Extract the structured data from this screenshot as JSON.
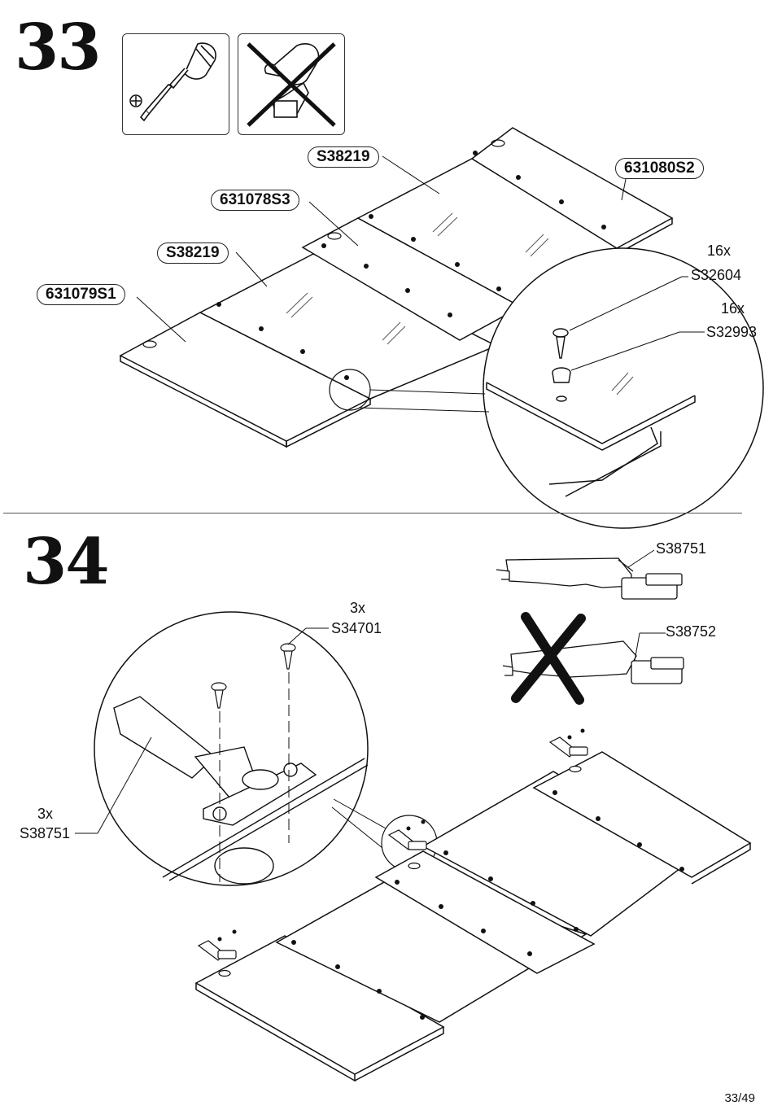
{
  "steps": [
    {
      "number": "33",
      "part_labels": {
        "board_top_right": "631080S2",
        "glass_top": "S38219",
        "board_mid_right": "631078S3",
        "glass_bottom": "S38219",
        "board_left": "631079S1"
      },
      "fasteners": [
        {
          "qty": "16x",
          "code": "S32604"
        },
        {
          "qty": "16x",
          "code": "S32993"
        }
      ],
      "tools": [
        "screwdriver-icon",
        "power-drill-prohibited-icon"
      ]
    },
    {
      "number": "34",
      "callouts": {
        "screw": {
          "qty": "3x",
          "code": "S34701"
        },
        "hinge": {
          "qty": "3x",
          "code": "S38751"
        },
        "hinge_correct": "S38751",
        "hinge_wrong": "S38752"
      }
    }
  ],
  "page_number": "33/49",
  "colors": {
    "line": "#111111",
    "background": "#ffffff"
  }
}
